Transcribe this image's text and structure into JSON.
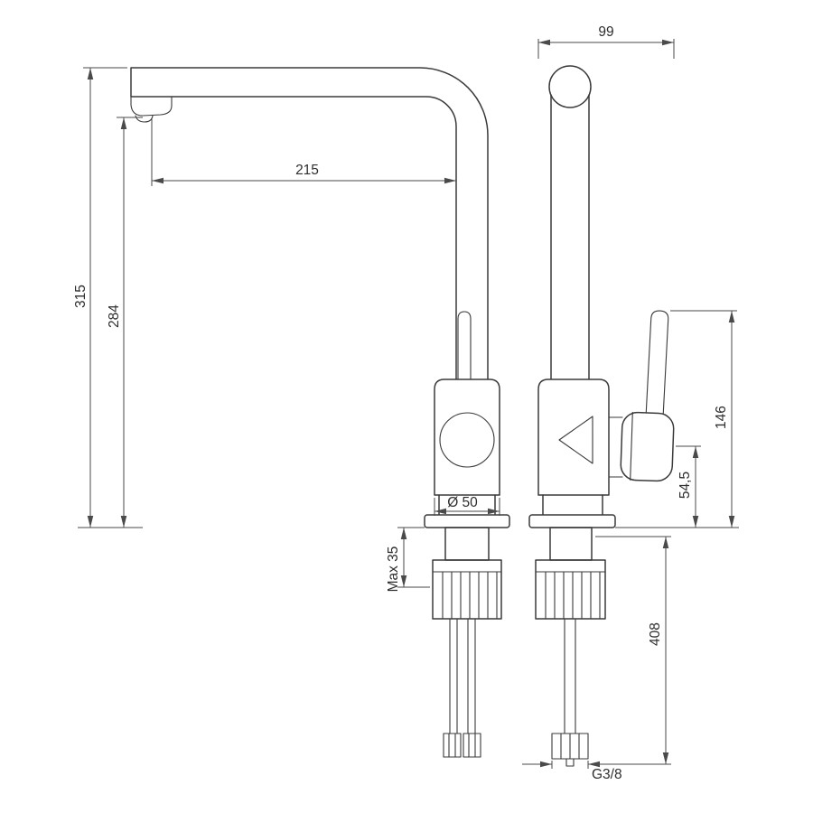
{
  "dims": {
    "top_width": "99",
    "spout_reach": "215",
    "overall_height": "315",
    "spout_outlet_height": "284",
    "lever_top_height": "146",
    "lever_axis_height": "54,5",
    "body_diameter": "Ø 50",
    "max_mounting_thickness": "Max 35",
    "hose_length": "408",
    "thread_size": "G3/8"
  },
  "colors": {
    "object_line": "#3a3a3a",
    "dimension_line": "#4a4a4a",
    "text": "#2e2e2e",
    "background": "#ffffff"
  }
}
